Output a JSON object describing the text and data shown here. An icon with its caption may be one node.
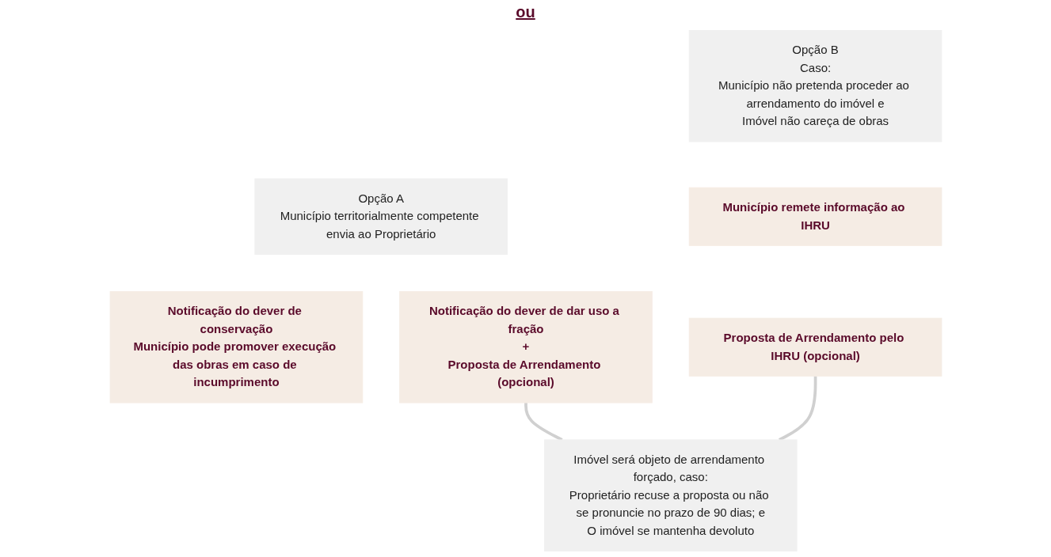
{
  "diagram": {
    "nodes": [
      {
        "text": [
          "Opção A",
          "Município territorialmente competente envia ao Proprietário"
        ]
      },
      {
        "text": [
          "Notificação do dever de conservação",
          "Município pode promover execução das obras em caso de incumprimento"
        ]
      },
      {
        "text": [
          "Notificação do dever de dar uso a fração",
          "+",
          "Proposta de Arrendamento (opcional)"
        ]
      },
      {
        "text": [
          "Opção B",
          "Caso:",
          "Município não pretenda proceder ao arrendamento do imóvel e",
          "Imóvel não careça de obras"
        ]
      },
      {
        "text": [
          "Município remete informação ao IHRU"
        ]
      },
      {
        "text": [
          "Proposta de Arrendamento pelo IHRU (opcional)"
        ]
      },
      {
        "text": [
          "Imóvel será objeto de arrendamento forçado, caso:",
          "Proprietário recuse a proposta ou não se pronuncie no prazo de 90 dias; e",
          "O imóvel se mantenha devoluto"
        ]
      }
    ],
    "edges": [
      {
        "from": 2,
        "to": 6,
        "arrow": "none"
      },
      {
        "from": 5,
        "to": 6,
        "arrow": "none"
      }
    ],
    "labels": [
      "ou"
    ]
  }
}
